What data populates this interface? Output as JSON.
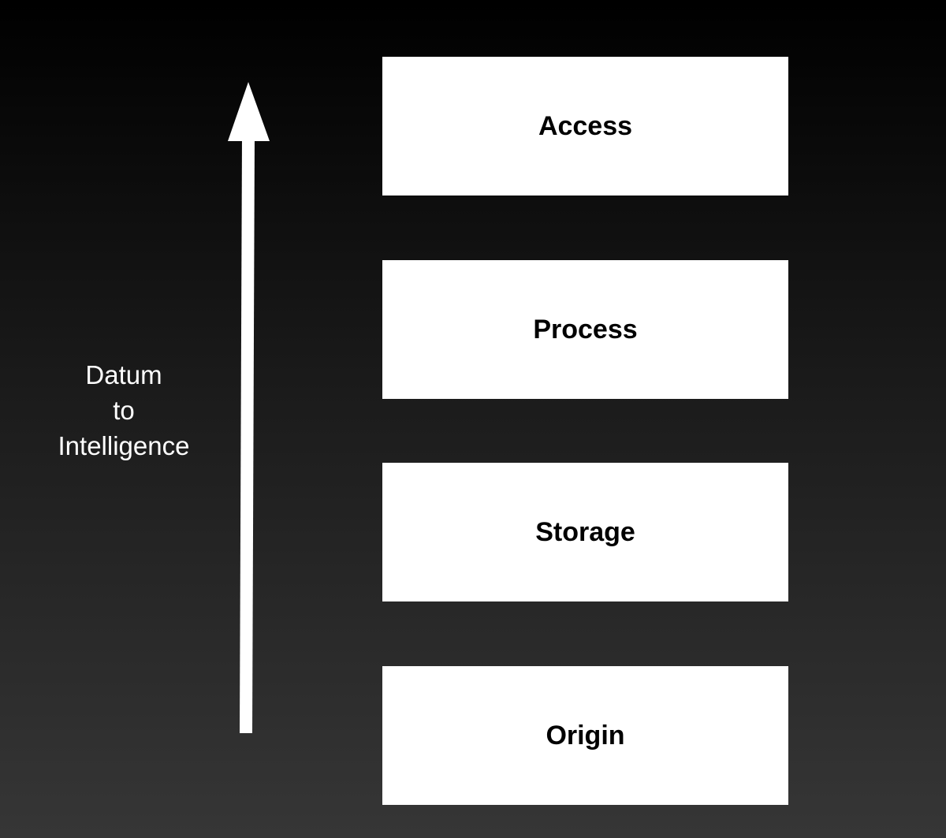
{
  "diagram": {
    "axis_label_lines": [
      "Datum",
      "to",
      "Intelligence"
    ],
    "layers": [
      {
        "label": "Access"
      },
      {
        "label": "Process"
      },
      {
        "label": "Storage"
      },
      {
        "label": "Origin"
      }
    ],
    "colors": {
      "background_top": "#000000",
      "background_bottom": "#363636",
      "box_fill": "#ffffff",
      "box_text": "#000000",
      "arrow": "#ffffff",
      "label_text": "#ffffff"
    }
  }
}
